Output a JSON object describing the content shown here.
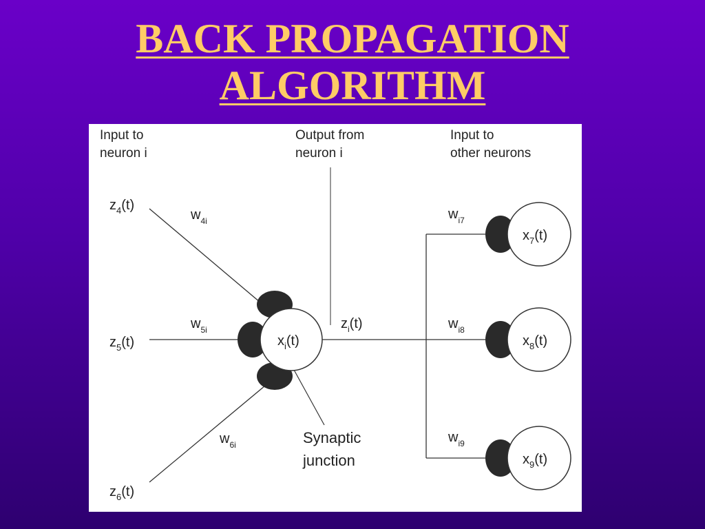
{
  "title": {
    "line1": "BACK PROPAGATION",
    "line2": "ALGORITHM"
  },
  "diagram": {
    "headers": {
      "input_line1": "Input to",
      "input_line2": "neuron i",
      "output_line1": "Output from",
      "output_line2": "neuron i",
      "other_line1": "Input to",
      "other_line2": "other neurons"
    },
    "inputs": {
      "z4": {
        "base": "z",
        "sub": "4",
        "tail": "(t)"
      },
      "z5": {
        "base": "z",
        "sub": "5",
        "tail": "(t)"
      },
      "z6": {
        "base": "z",
        "sub": "6",
        "tail": "(t)"
      }
    },
    "input_weights": {
      "w4i": {
        "base": "w",
        "sub": "4i"
      },
      "w5i": {
        "base": "w",
        "sub": "5i"
      },
      "w6i": {
        "base": "w",
        "sub": "6i"
      }
    },
    "neuron_i": {
      "base": "x",
      "sub": "i",
      "tail": "(t)"
    },
    "output": {
      "base": "z",
      "sub": "i",
      "tail": "(t)"
    },
    "output_weights": {
      "wi7": {
        "base": "w",
        "sub": "i7"
      },
      "wi8": {
        "base": "w",
        "sub": "i8"
      },
      "wi9": {
        "base": "w",
        "sub": "i9"
      }
    },
    "targets": {
      "x7": {
        "base": "x",
        "sub": "7",
        "tail": "(t)"
      },
      "x8": {
        "base": "x",
        "sub": "8",
        "tail": "(t)"
      },
      "x9": {
        "base": "x",
        "sub": "9",
        "tail": "(t)"
      }
    },
    "synapse": {
      "line1": "Synaptic",
      "line2": "junction"
    }
  }
}
